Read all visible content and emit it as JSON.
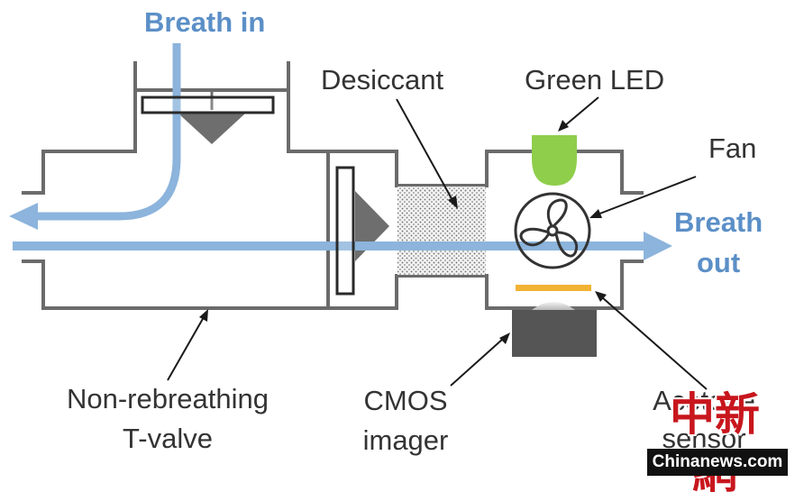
{
  "flow": {
    "breath_in": "Breath in",
    "breath_out_line1": "Breath",
    "breath_out_line2": "out"
  },
  "labels": {
    "desiccant": "Desiccant",
    "green_led": "Green LED",
    "fan": "Fan",
    "tvalve_line1": "Non-rebreathing",
    "tvalve_line2": "T-valve",
    "cmos_line1": "CMOS",
    "cmos_line2": "imager",
    "acetone_line1": "Acetone",
    "acetone_line2": "sensor"
  },
  "watermark": {
    "stamp": "中新網",
    "text": "Chinanews.com"
  },
  "colors": {
    "wall": "#6b6b6b",
    "flow": "#8cb4dc",
    "flow_text": "#5b8fc7",
    "led": "#8fce4a",
    "sensor": "#f2b233",
    "imager": "#555555",
    "flap": "#6e6e6e",
    "watermark_red": "#c8161d"
  }
}
